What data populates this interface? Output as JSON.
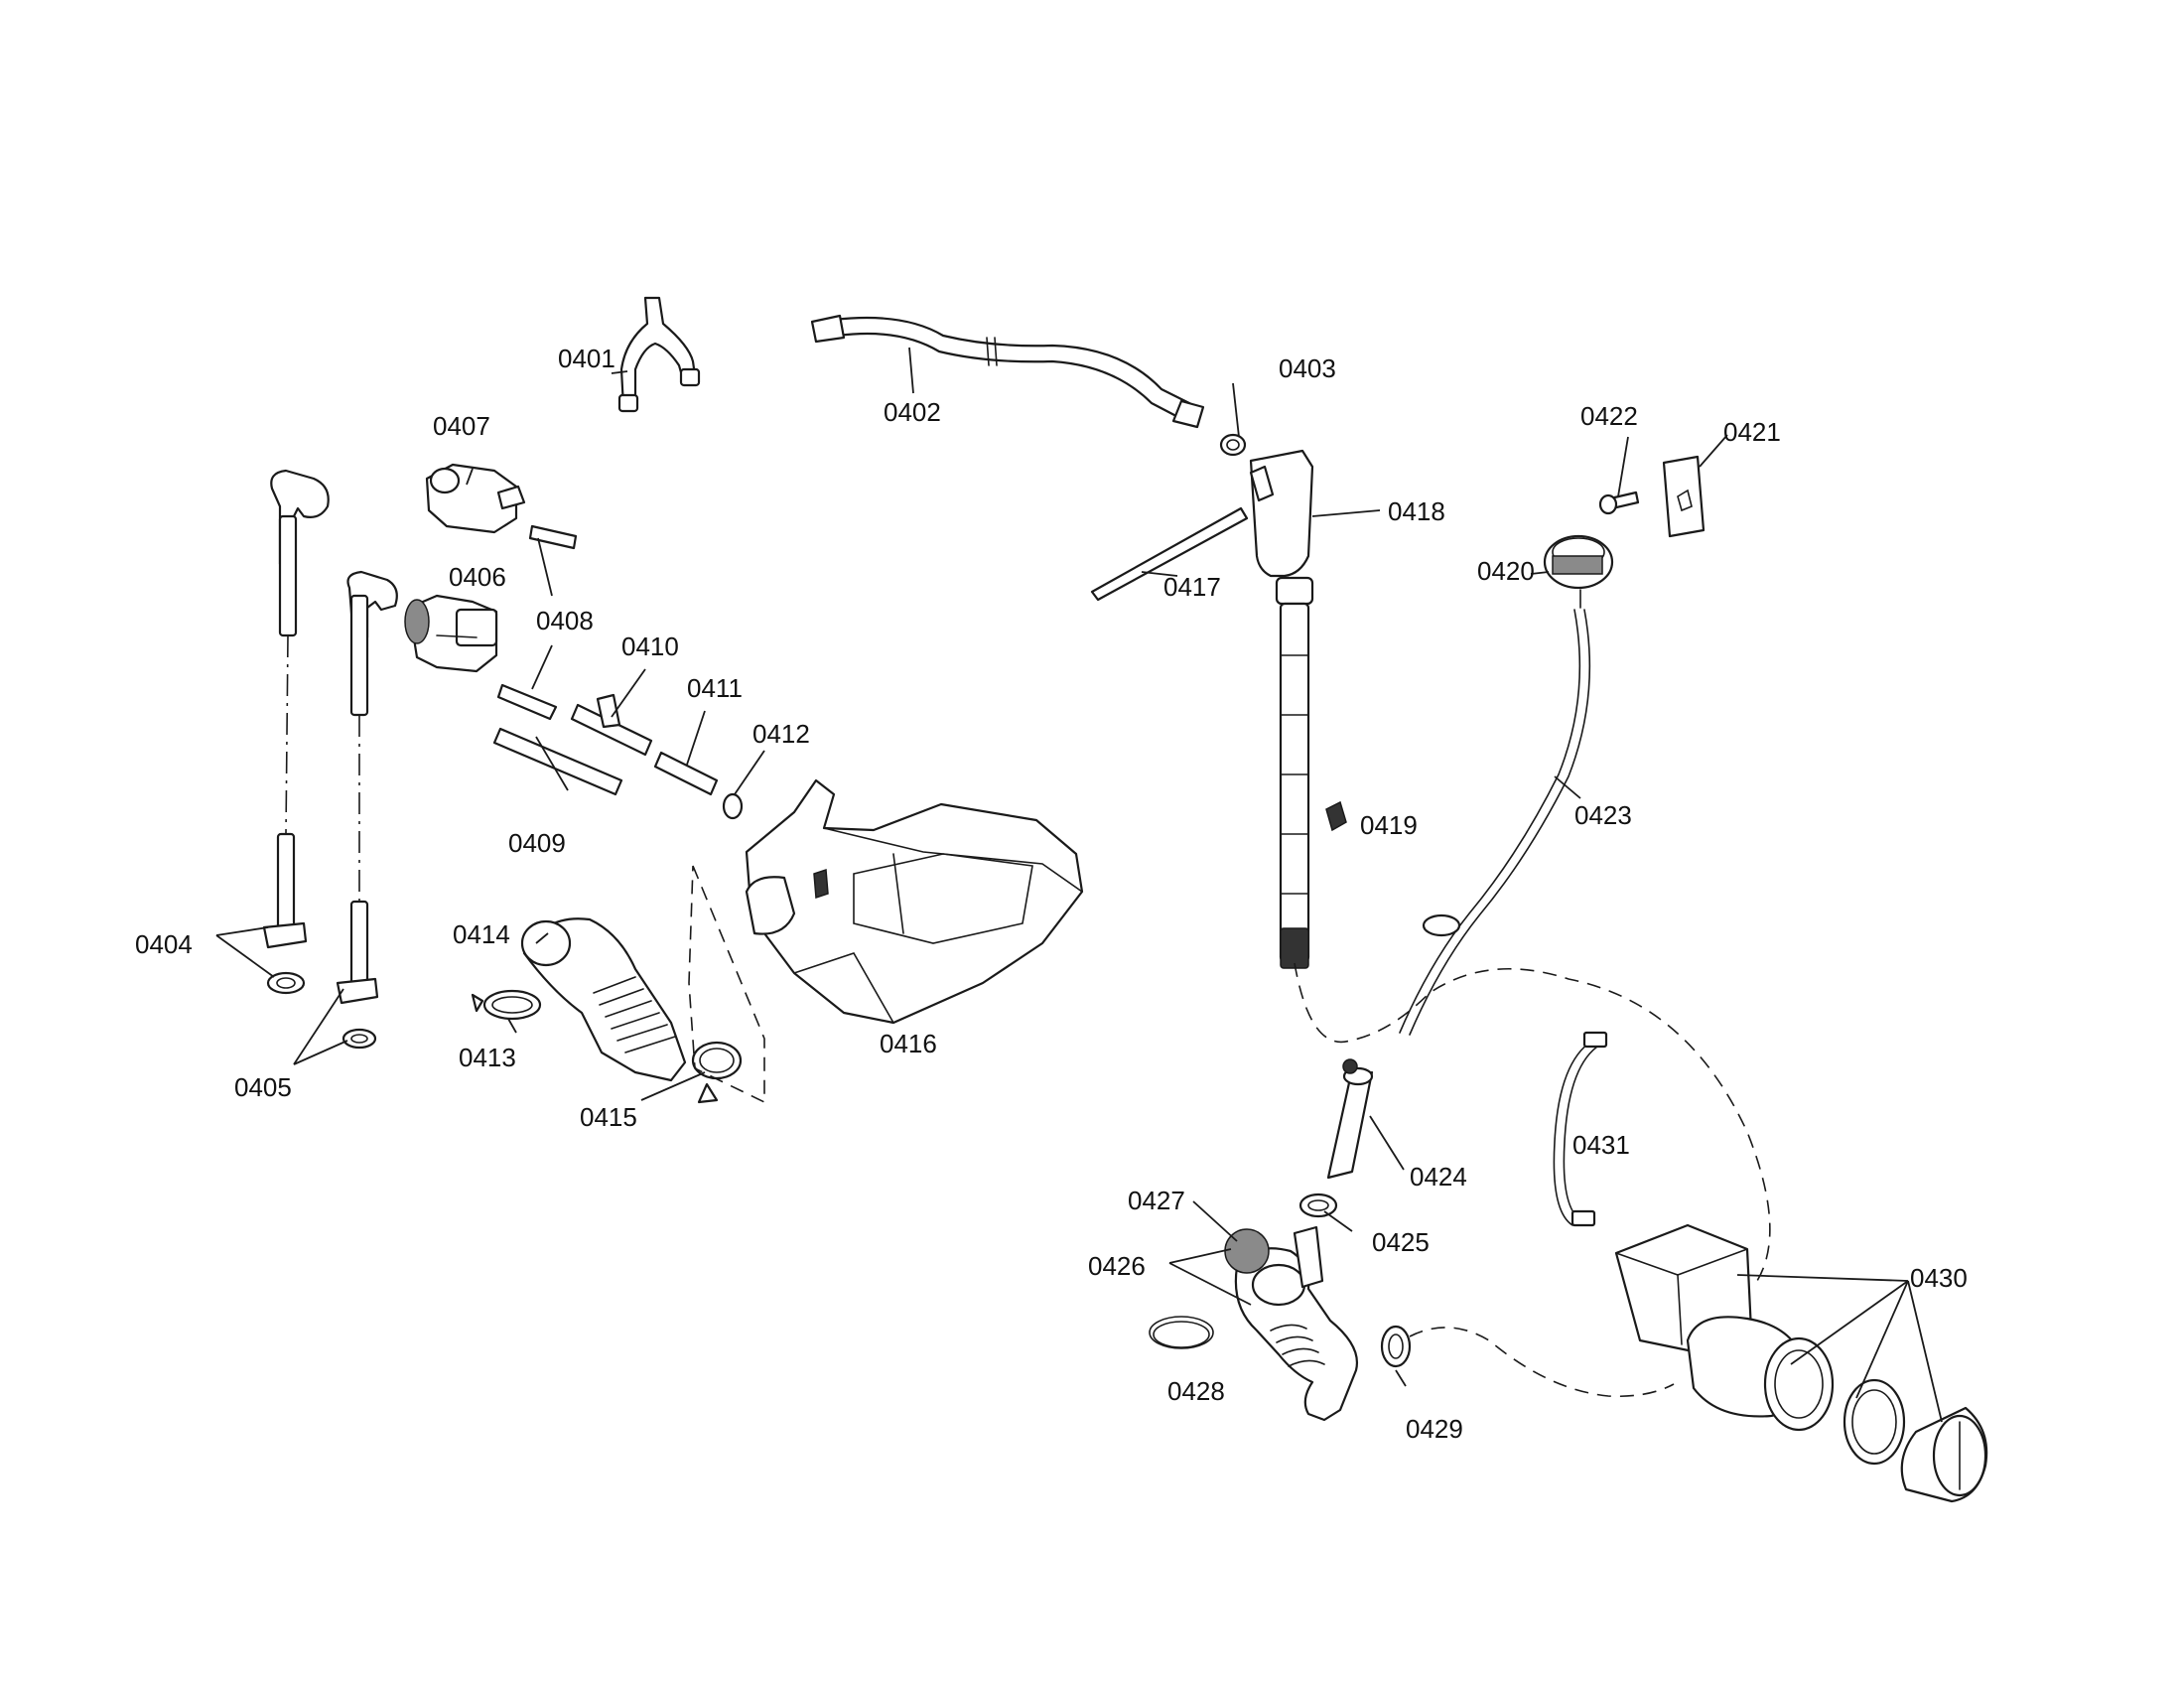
{
  "callouts": {
    "c0401": "0401",
    "c0402": "0402",
    "c0403": "0403",
    "c0404": "0404",
    "c0405": "0405",
    "c0406": "0406",
    "c0407": "0407",
    "c0408": "0408",
    "c0409": "0409",
    "c0410": "0410",
    "c0411": "0411",
    "c0412": "0412",
    "c0413": "0413",
    "c0414": "0414",
    "c0415": "0415",
    "c0416": "0416",
    "c0417": "0417",
    "c0418": "0418",
    "c0419": "0419",
    "c0420": "0420",
    "c0421": "0421",
    "c0422": "0422",
    "c0423": "0423",
    "c0424": "0424",
    "c0425": "0425",
    "c0426": "0426",
    "c0427": "0427",
    "c0428": "0428",
    "c0429": "0429",
    "c0430": "0430",
    "c0431": "0431"
  }
}
